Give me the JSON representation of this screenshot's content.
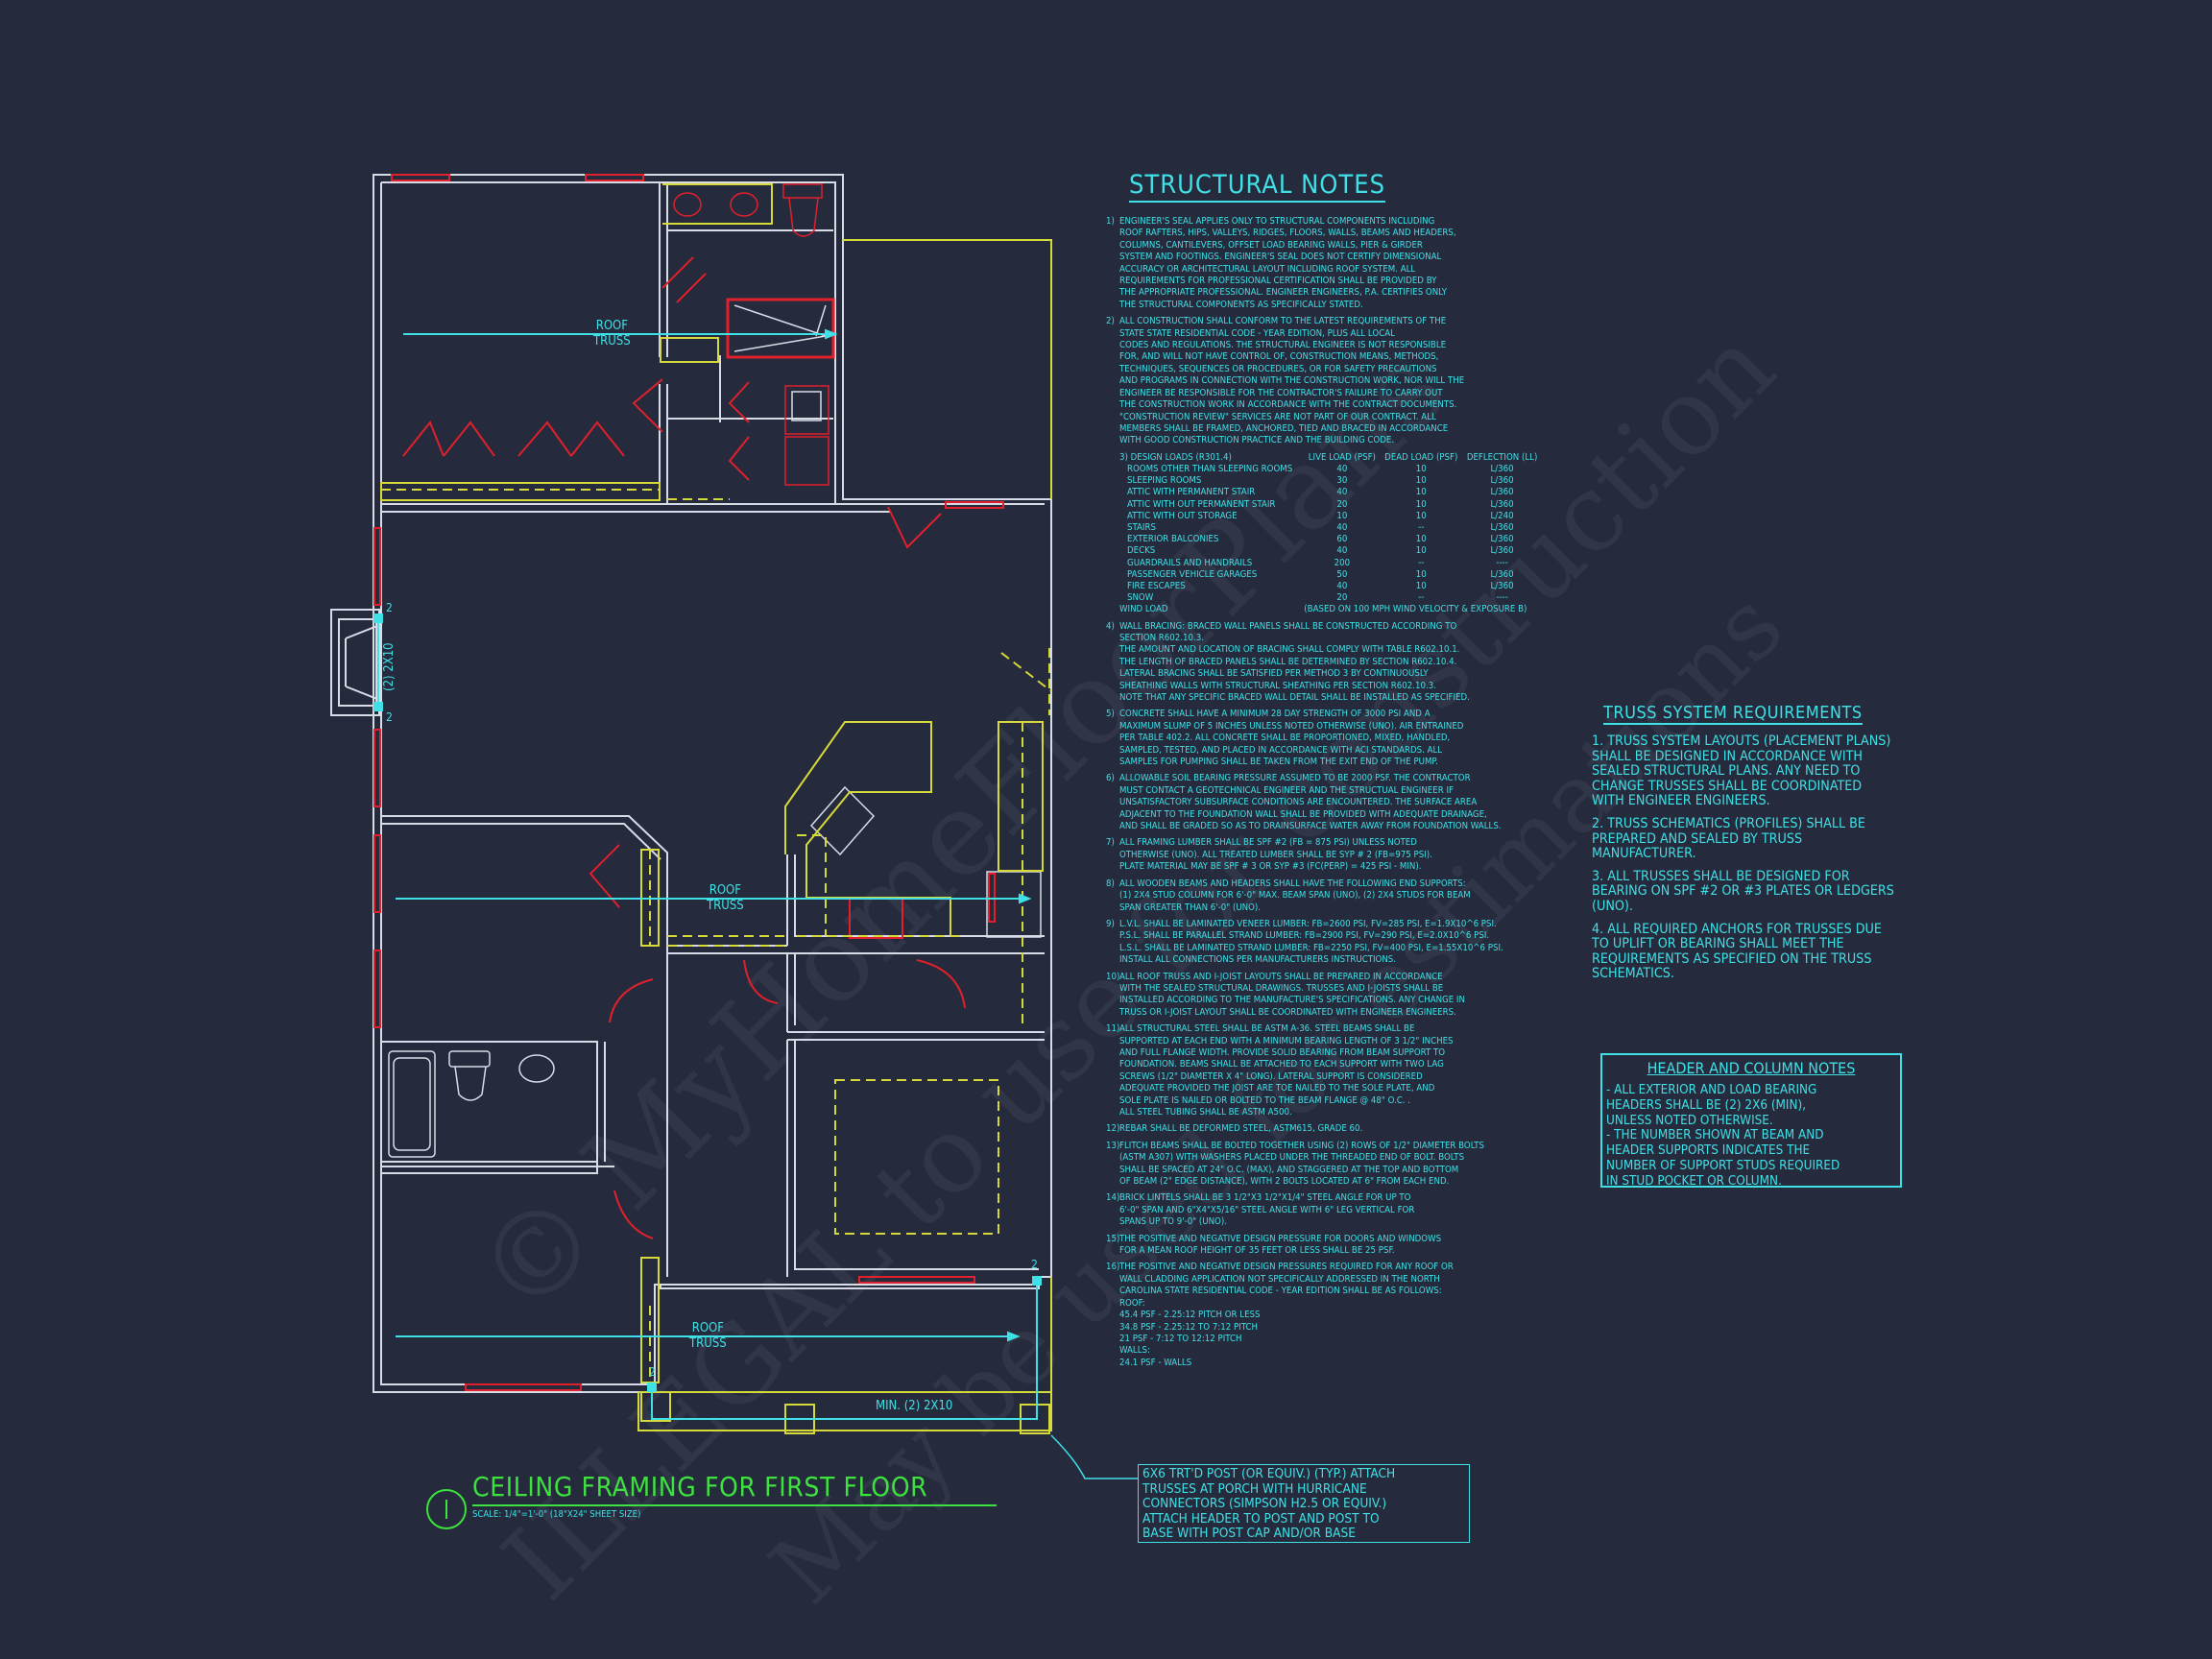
{
  "drawing": {
    "title": "CEILING FRAMING FOR FIRST FLOOR",
    "detail_number": "1",
    "scale": "SCALE: 1/4\"=1'-0\" (18\"x24\" SHEET SIZE)",
    "colors": {
      "background": "#252a3c",
      "walls": "#d8dce6",
      "doors_windows": "#e0202c",
      "cabinets": "#d6d93a",
      "annotation": "#3fe0e6",
      "title": "#3ee23e"
    }
  },
  "plan_labels": {
    "roof_truss_top": [
      "ROOF",
      "TRUSS"
    ],
    "roof_truss_mid": [
      "ROOF",
      "TRUSS"
    ],
    "roof_truss_bottom": [
      "ROOF",
      "TRUSS"
    ],
    "fireplace_header": "(2) 2x10",
    "fireplace_stud_top": "2",
    "fireplace_stud_bottom": "2",
    "porch_stud_left": "2",
    "porch_stud_right": "2",
    "porch_beam": "MIN. (2) 2x10"
  },
  "structural_notes": {
    "title": "STRUCTURAL NOTES",
    "items": [
      {
        "num": "1)",
        "text": "ENGINEER'S SEAL APPLIES ONLY TO STRUCTURAL COMPONENTS INCLUDING\nROOF RAFTERS, HIPS, VALLEYS, RIDGES, FLOORS, WALLS, BEAMS AND HEADERS,\nCOLUMNS, CANTILEVERS, OFFSET LOAD BEARING WALLS, PIER & GIRDER\nSYSTEM AND FOOTINGS. ENGINEER'S SEAL DOES NOT CERTIFY DIMENSIONAL\nACCURACY OR ARCHITECTURAL LAYOUT INCLUDING ROOF SYSTEM. ALL\nREQUIREMENTS FOR PROFESSIONAL CERTIFICATION SHALL BE PROVIDED BY\nTHE APPROPRIATE PROFESSIONAL. ENGINEER ENGINEERS, P.A. CERTIFIES ONLY\nTHE STRUCTURAL COMPONENTS AS SPECIFICALLY STATED."
      },
      {
        "num": "2)",
        "text": "ALL CONSTRUCTION SHALL CONFORM TO THE LATEST REQUIREMENTS OF THE\nSTATE STATE RESIDENTIAL CODE - YEAR EDITION, PLUS ALL LOCAL\nCODES AND REGULATIONS. THE STRUCTURAL ENGINEER IS NOT RESPONSIBLE\nFOR, AND WILL NOT HAVE CONTROL OF, CONSTRUCTION MEANS, METHODS,\nTECHNIQUES, SEQUENCES OR PROCEDURES, OR FOR SAFETY PRECAUTIONS\nAND PROGRAMS IN CONNECTION WITH THE CONSTRUCTION WORK, NOR WILL THE\nENGINEER BE RESPONSIBLE FOR THE CONTRACTOR'S FAILURE TO CARRY OUT\nTHE CONSTRUCTION WORK IN ACCORDANCE WITH THE CONTRACT DOCUMENTS.\n\"CONSTRUCTION REVIEW\" SERVICES ARE NOT PART OF OUR CONTRACT. ALL\nMEMBERS SHALL BE FRAMED, ANCHORED, TIED AND BRACED IN ACCORDANCE\nWITH GOOD CONSTRUCTION PRACTICE AND THE BUILDING CODE."
      }
    ],
    "design_loads": {
      "num": "3)",
      "title": "DESIGN LOADS (R301.4)",
      "headers": [
        "LIVE LOAD (PSF)",
        "DEAD LOAD (PSF)",
        "DEFLECTION (LL)"
      ],
      "rows": [
        [
          "ROOMS OTHER THAN SLEEPING ROOMS",
          "40",
          "10",
          "L/360"
        ],
        [
          "SLEEPING ROOMS",
          "30",
          "10",
          "L/360"
        ],
        [
          "ATTIC WITH PERMANENT STAIR",
          "40",
          "10",
          "L/360"
        ],
        [
          "ATTIC WITH OUT PERMANENT STAIR",
          "20",
          "10",
          "L/360"
        ],
        [
          "ATTIC WITH OUT STORAGE",
          "10",
          "10",
          "L/240"
        ],
        [
          "STAIRS",
          "40",
          "--",
          "L/360"
        ],
        [
          "EXTERIOR BALCONIES",
          "60",
          "10",
          "L/360"
        ],
        [
          "DECKS",
          "40",
          "10",
          "L/360"
        ],
        [
          "GUARDRAILS AND HANDRAILS",
          "200",
          "--",
          "----"
        ],
        [
          "PASSENGER VEHICLE GARAGES",
          "50",
          "10",
          "L/360"
        ],
        [
          "FIRE ESCAPES",
          "40",
          "10",
          "L/360"
        ],
        [
          "SNOW",
          "20",
          "--",
          "----"
        ]
      ],
      "wind_label": "WIND LOAD",
      "wind_value": "(BASED ON 100 MPH WIND VELOCITY & EXPOSURE B)"
    },
    "items_after": [
      {
        "num": "4)",
        "text": "WALL BRACING: BRACED WALL PANELS SHALL BE CONSTRUCTED ACCORDING TO\nSECTION R602.10.3.\nTHE AMOUNT AND LOCATION OF BRACING SHALL COMPLY WITH TABLE R602.10.1.\nTHE LENGTH OF BRACED PANELS SHALL BE DETERMINED BY SECTION R602.10.4.\nLATERAL BRACING SHALL BE SATISFIED PER METHOD 3 BY CONTINUOUSLY\nSHEATHING WALLS WITH STRUCTURAL SHEATHING PER SECTION R602.10.3.\nNOTE THAT ANY SPECIFIC BRACED WALL DETAIL SHALL BE INSTALLED AS SPECIFIED."
      },
      {
        "num": "5)",
        "text": "CONCRETE SHALL HAVE A MINIMUM 28 DAY STRENGTH OF 3000 PSI AND A\nMAXIMUM SLUMP OF 5 INCHES UNLESS NOTED OTHERWISE (UNO). AIR ENTRAINED\nPER TABLE 402.2. ALL CONCRETE SHALL BE PROPORTIONED, MIXED, HANDLED,\nSAMPLED, TESTED, AND PLACED IN ACCORDANCE WITH ACI STANDARDS. ALL\nSAMPLES FOR PUMPING SHALL BE TAKEN FROM THE EXIT END OF THE PUMP."
      },
      {
        "num": "6)",
        "text": "ALLOWABLE SOIL BEARING PRESSURE ASSUMED TO BE 2000 PSF. THE CONTRACTOR\nMUST CONTACT A GEOTECHNICAL ENGINEER AND THE STRUCTUAL ENGINEER IF\nUNSATISFACTORY SUBSURFACE CONDITIONS ARE ENCOUNTERED. THE SURFACE AREA\nADJACENT TO THE FOUNDATION WALL SHALL BE PROVIDED WITH ADEQUATE DRAINAGE,\nAND SHALL BE GRADED SO AS TO DRAINSURFACE WATER AWAY FROM FOUNDATION WALLS."
      },
      {
        "num": "7)",
        "text": "ALL FRAMING LUMBER SHALL BE SPF #2 (Fb = 875 PSI) UNLESS NOTED\nOTHERWISE (UNO). ALL TREATED LUMBER SHALL BE SYP # 2 (Fb=975 PSI).\nPLATE MATERIAL MAY BE SPF # 3 OR SYP #3 (Fc(perp) = 425 PSI - MIN)."
      },
      {
        "num": "8)",
        "text": "ALL WOODEN BEAMS AND HEADERS SHALL HAVE THE FOLLOWING END SUPPORTS:\n(1) 2x4 STUD COLUMN FOR 6'-0\" MAX. BEAM SPAN (UNO), (2) 2X4 STUDS FOR BEAM\nSPAN GREATER THAN 6'-0\" (UNO)."
      },
      {
        "num": "9)",
        "text": "L.V.L. SHALL BE LAMINATED VENEER LUMBER: Fb=2600 PSI, Fv=285 PSI, E=1.9x10^6 PSI.\nP.S.L. SHALL BE PARALLEL STRAND LUMBER: Fb=2900 PSI, Fv=290 PSI, E=2.0x10^6 PSI.\nL.S.L. SHALL BE LAMINATED STRAND LUMBER: Fb=2250 PSI, Fv=400 PSI, E=1.55x10^6 PSI.\nINSTALL ALL CONNECTIONS PER MANUFACTURERS INSTRUCTIONS."
      },
      {
        "num": "10)",
        "text": "ALL ROOF TRUSS AND I-JOIST LAYOUTS SHALL BE PREPARED IN ACCORDANCE\nWITH THE SEALED STRUCTURAL DRAWINGS. TRUSSES AND I-JOISTS SHALL BE\nINSTALLED ACCORDING TO THE MANUFACTURE'S SPECIFICATIONS. ANY CHANGE IN\nTRUSS OR I-JOIST LAYOUT SHALL BE COORDINATED WITH ENGINEER ENGINEERS."
      },
      {
        "num": "11)",
        "text": "ALL STRUCTURAL STEEL SHALL BE ASTM A-36. STEEL BEAMS SHALL BE\nSUPPORTED AT EACH END WITH A MINIMUM BEARING LENGTH OF 3 1/2\" INCHES\nAND FULL FLANGE WIDTH. PROVIDE SOLID BEARING FROM BEAM SUPPORT TO\nFOUNDATION. BEAMS SHALL BE ATTACHED TO EACH SUPPORT WITH TWO LAG\nSCREWS (1/2\" DIAMETER x 4\" LONG). LATERAL SUPPORT IS CONSIDERED\nADEQUATE PROVIDED THE JOIST ARE TOE NAILED TO THE SOLE PLATE, AND\nSOLE PLATE IS NAILED OR BOLTED TO THE BEAM FLANGE @ 48\" O.C. .\nALL STEEL TUBING SHALL BE ASTM A500."
      },
      {
        "num": "12)",
        "text": "REBAR SHALL BE DEFORMED STEEL, ASTM615, GRADE 60."
      },
      {
        "num": "13)",
        "text": "FLITCH BEAMS SHALL BE BOLTED TOGETHER USING (2) ROWS OF 1/2\" DIAMETER BOLTS\n(ASTM A307) WITH WASHERS PLACED UNDER THE THREADED END OF BOLT. BOLTS\nSHALL BE SPACED AT 24\" O.C. (MAX), AND STAGGERED AT THE TOP AND BOTTOM\nOF BEAM (2\" EDGE DISTANCE), WITH 2 BOLTS LOCATED AT 6\" FROM EACH END."
      },
      {
        "num": "14)",
        "text": "BRICK LINTELS SHALL BE 3 1/2\"x3 1/2\"x1/4\" STEEL ANGLE FOR UP TO\n6'-0\" SPAN AND 6\"x4\"x5/16\" STEEL ANGLE WITH 6\" LEG VERTICAL FOR\nSPANS UP TO 9'-0\" (UNO)."
      },
      {
        "num": "15)",
        "text": "THE POSITIVE AND NEGATIVE DESIGN PRESSURE FOR DOORS AND WINDOWS\nFOR A MEAN ROOF HEIGHT OF 35 FEET OR LESS SHALL BE 25 PSF."
      },
      {
        "num": "16)",
        "text": "THE POSITIVE AND NEGATIVE DESIGN PRESSURES REQUIRED FOR ANY ROOF OR\nWALL CLADDING APPLICATION NOT SPECIFICALLY ADDRESSED IN THE NORTH\nCAROLINA STATE RESIDENTIAL CODE - YEAR EDITION SHALL BE AS FOLLOWS:\nROOF:\n   45.4 PSF - 2.25:12 PITCH OR LESS\n   34.8 PSF - 2.25:12 TO 7:12 PITCH\n   21 PSF - 7:12 TO 12:12 PITCH\nWALLS:\n   24.1 PSF - WALLS"
      }
    ]
  },
  "truss_requirements": {
    "title": "TRUSS SYSTEM REQUIREMENTS",
    "items": [
      "1. TRUSS SYSTEM LAYOUTS (PLACEMENT PLANS)\nSHALL BE DESIGNED IN ACCORDANCE WITH\nSEALED STRUCTURAL PLANS. ANY NEED TO\nCHANGE TRUSSES SHALL BE COORDINATED\nWITH ENGINEER ENGINEERS.",
      "2. TRUSS SCHEMATICS (PROFILES) SHALL BE\nPREPARED AND SEALED BY TRUSS\nMANUFACTURER.",
      "3. ALL TRUSSES SHALL BE DESIGNED FOR\nBEARING ON SPF #2 OR #3 PLATES OR LEDGERS\n(UNO).",
      "4. ALL REQUIRED ANCHORS FOR TRUSSES DUE\nTO UPLIFT OR BEARING SHALL MEET THE\nREQUIREMENTS AS SPECIFIED ON THE TRUSS\nSCHEMATICS."
    ]
  },
  "header_column_notes": {
    "title": "HEADER AND COLUMN NOTES",
    "body": "- ALL EXTERIOR AND LOAD BEARING\nHEADERS SHALL BE (2) 2x6 (MIN),\nUNLESS NOTED OTHERWISE.\n- THE NUMBER SHOWN AT BEAM AND\nHEADER SUPPORTS INDICATES THE\nNUMBER OF SUPPORT STUDS REQUIRED\nIN STUD POCKET OR COLUMN."
  },
  "porch_callout": {
    "text": "6x6 TRT'D POST (OR EQUIV.) (TYP.) ATTACH\nTRUSSES AT PORCH WITH HURRICANE\nCONNECTORS (SIMPSON H2.5 OR EQUIV.)\nATTACH HEADER TO POST AND POST TO\nBASE WITH POST CAP AND/OR BASE"
  },
  "watermark": {
    "line1": "© MyHomeFloorPlans",
    "line2": "ILLEGAL to use for construction",
    "line3": "May be used for estimations"
  }
}
